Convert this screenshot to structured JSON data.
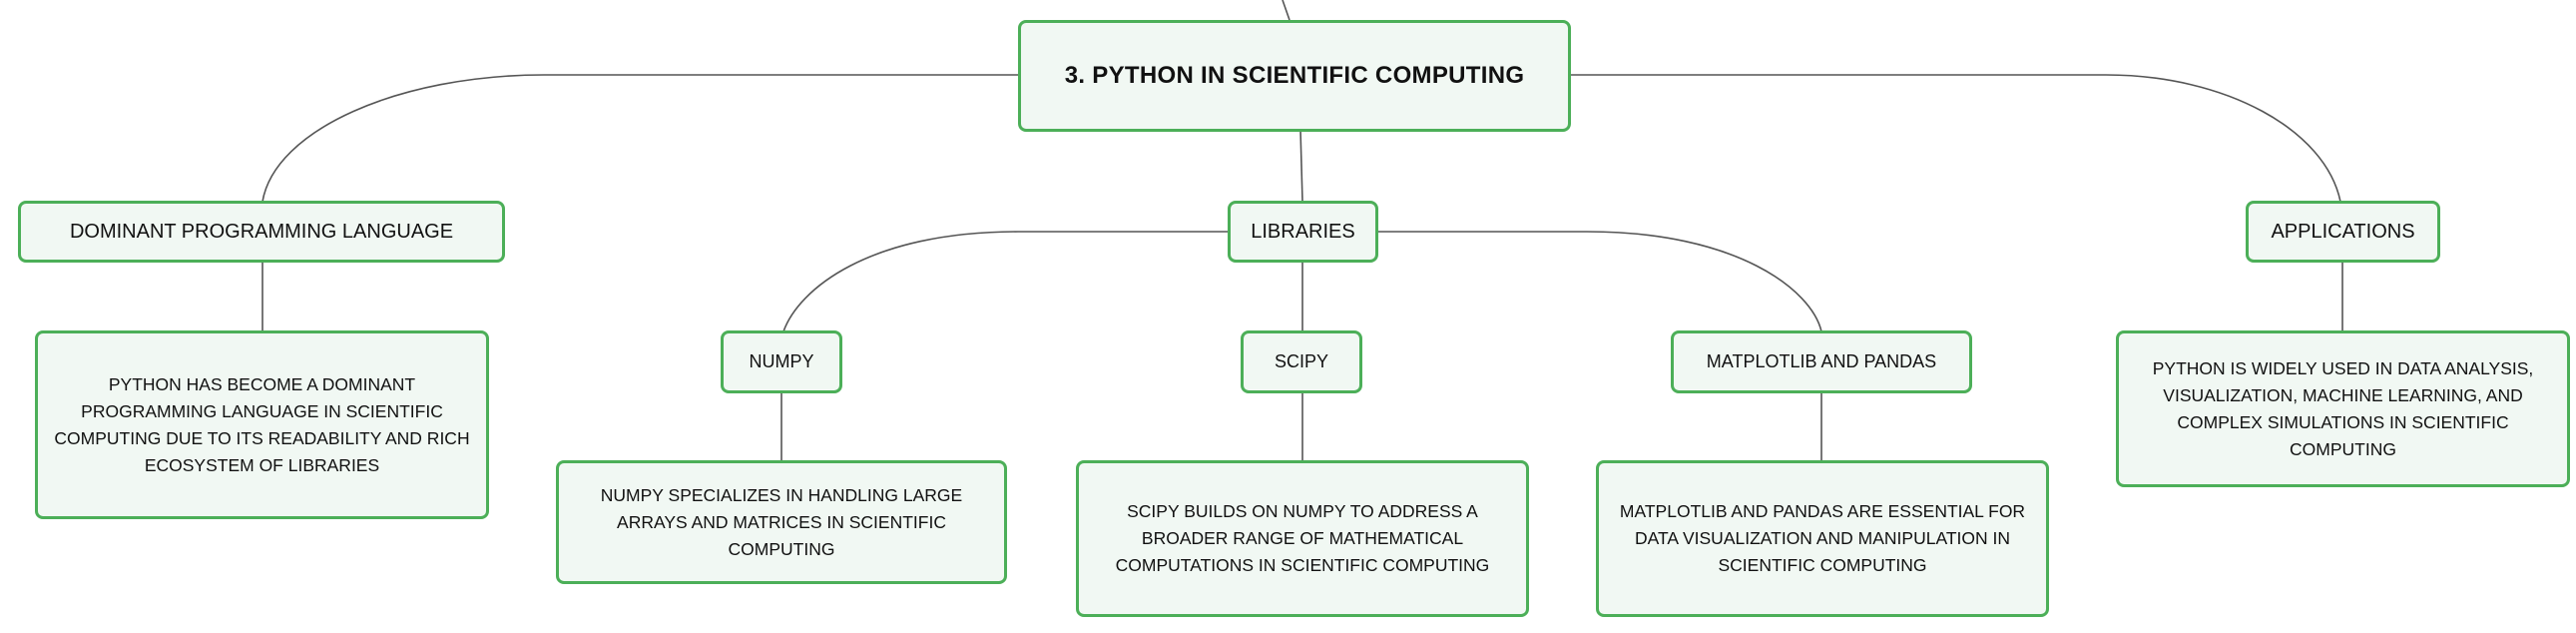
{
  "diagram": {
    "title": "3. PYTHON IN SCIENTIFIC COMPUTING",
    "branches": {
      "dominant": {
        "label": "DOMINANT PROGRAMMING LANGUAGE",
        "detail": "PYTHON HAS BECOME A DOMINANT PROGRAMMING LANGUAGE IN SCIENTIFIC COMPUTING DUE TO ITS READABILITY AND RICH ECOSYSTEM OF LIBRARIES"
      },
      "libraries": {
        "label": "LIBRARIES",
        "numpy": {
          "label": "NUMPY",
          "detail": "NUMPY SPECIALIZES IN HANDLING LARGE ARRAYS AND MATRICES IN SCIENTIFIC COMPUTING"
        },
        "scipy": {
          "label": "SCIPY",
          "detail": "SCIPY BUILDS ON NUMPY TO ADDRESS A BROADER RANGE OF MATHEMATICAL COMPUTATIONS IN SCIENTIFIC COMPUTING"
        },
        "matplotlib": {
          "label": "MATPLOTLIB AND PANDAS",
          "detail": "MATPLOTLIB AND PANDAS ARE ESSENTIAL FOR DATA VISUALIZATION AND MANIPULATION IN SCIENTIFIC COMPUTING"
        }
      },
      "applications": {
        "label": "APPLICATIONS",
        "detail": "PYTHON IS WIDELY USED IN DATA ANALYSIS, VISUALIZATION, MACHINE LEARNING, AND COMPLEX SIMULATIONS IN SCIENTIFIC COMPUTING"
      }
    },
    "colors": {
      "node_border": "#4caf58",
      "node_fill": "#f1f8f3",
      "connector": "#555555"
    }
  }
}
